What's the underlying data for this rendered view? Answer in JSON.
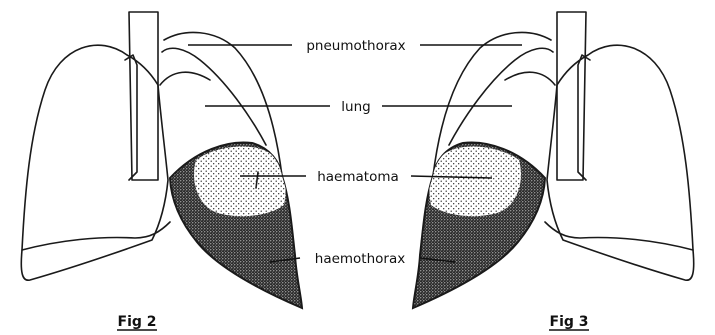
{
  "labels": {
    "pneumothorax": "pneumothorax",
    "lung": "lung",
    "haematoma": "haematoma",
    "haemothorax": "haemothorax"
  },
  "captions": {
    "fig2": "Fig 2",
    "fig3": "Fig 3"
  },
  "colors": {
    "ink": "#1a1a1a",
    "background": "#ffffff"
  }
}
